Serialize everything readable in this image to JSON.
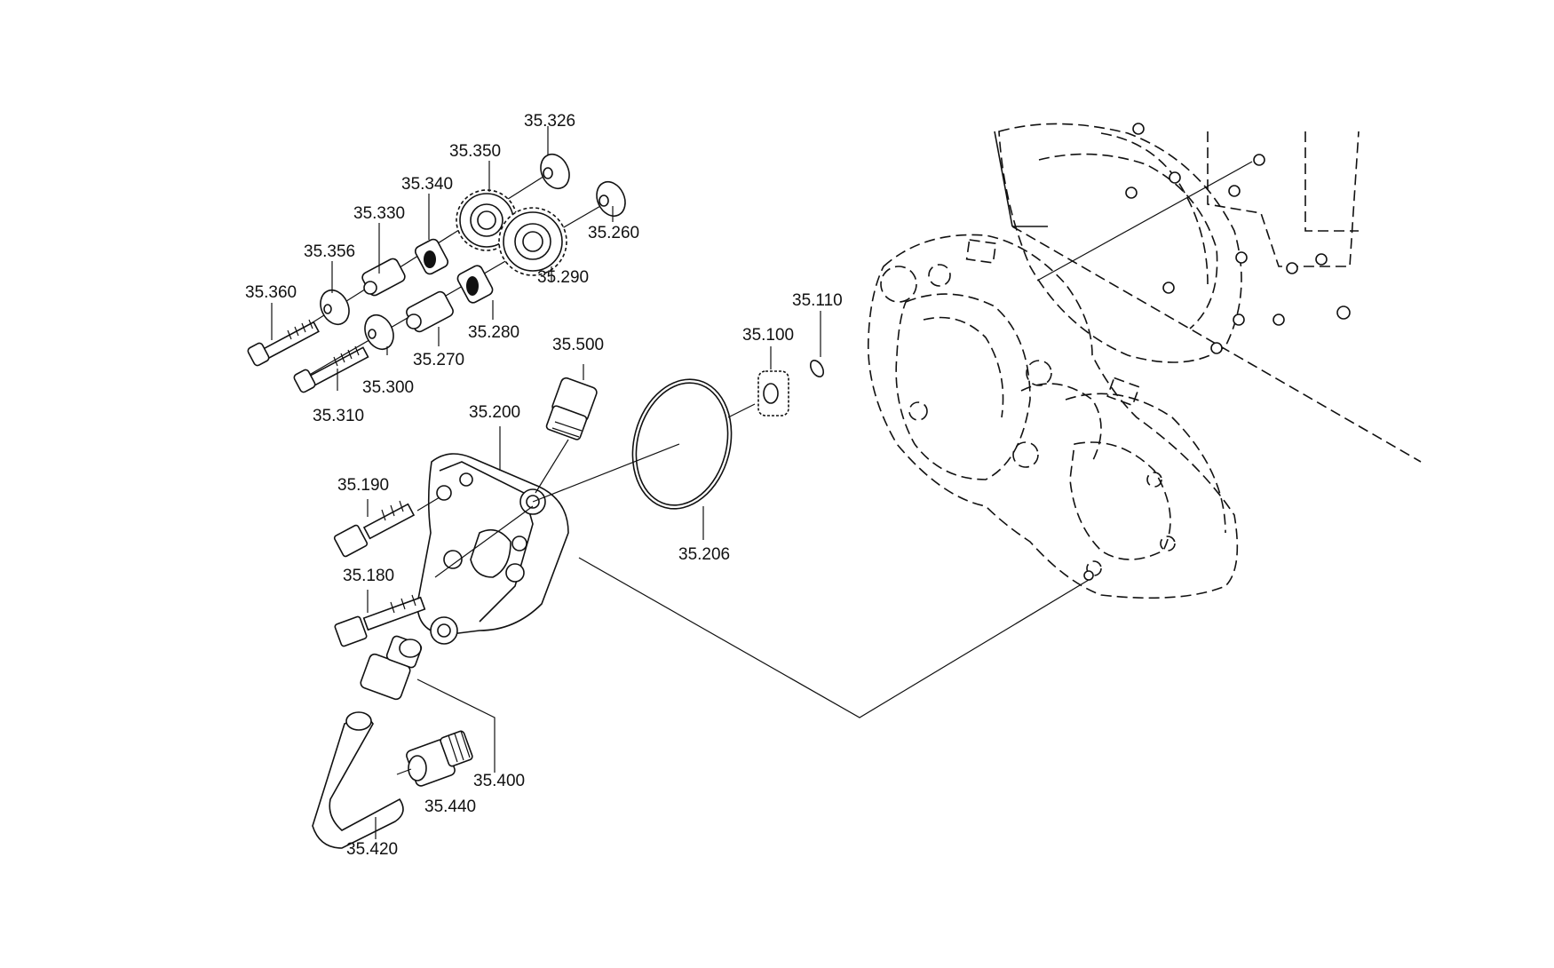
{
  "diagram": {
    "labels": {
      "p35326": "35.326",
      "p35350": "35.350",
      "p35340": "35.340",
      "p35330": "35.330",
      "p35356": "35.356",
      "p35360": "35.360",
      "p35260": "35.260",
      "p35290": "35.290",
      "p35280": "35.280",
      "p35270": "35.270",
      "p35300": "35.300",
      "p35310": "35.310",
      "p35500": "35.500",
      "p35200": "35.200",
      "p35190": "35.190",
      "p35180": "35.180",
      "p35206": "35.206",
      "p35100": "35.100",
      "p35110": "35.110",
      "p35400": "35.400",
      "p35440": "35.440",
      "p35420": "35.420"
    }
  }
}
